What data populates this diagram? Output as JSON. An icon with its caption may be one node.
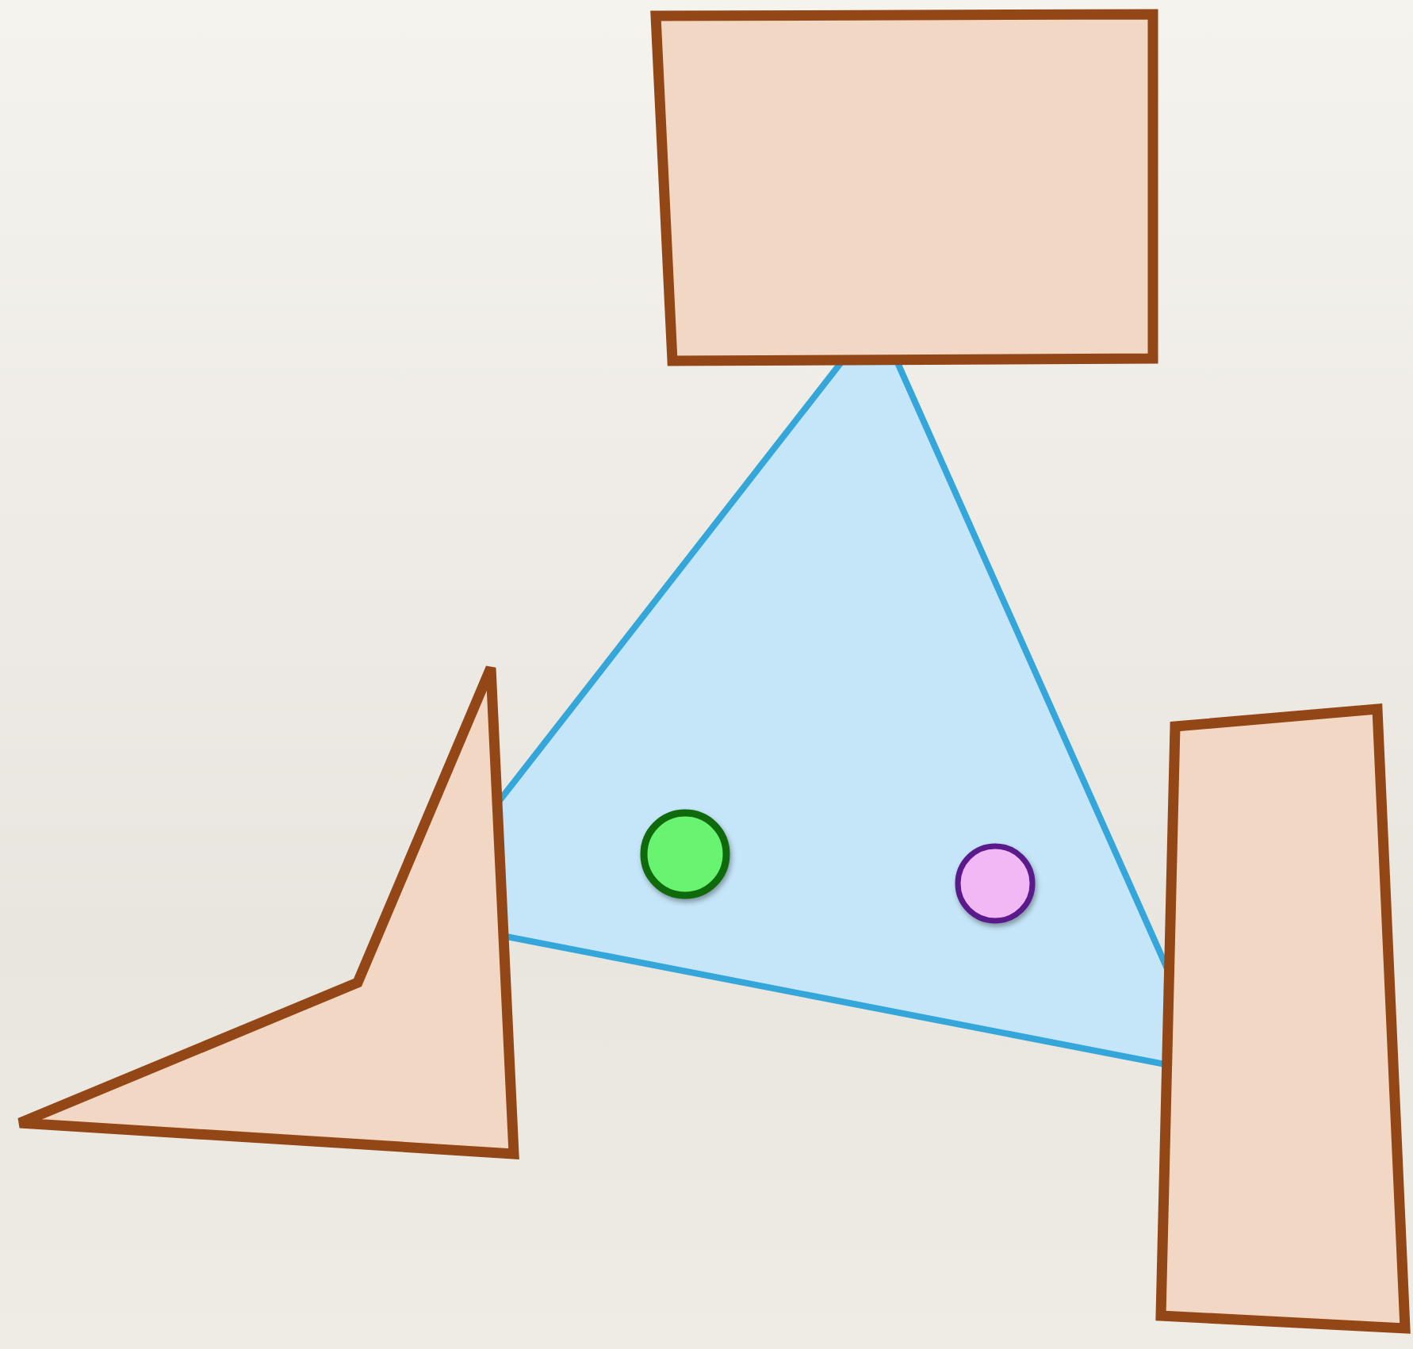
{
  "diagram": {
    "nodes": [
      {
        "text": [],
        "shape": "box"
      },
      {
        "text": [],
        "shape": "triangle"
      },
      {
        "text": [],
        "shape": "circle",
        "in": 1
      },
      {
        "text": [],
        "shape": "circle",
        "in": 1
      },
      {
        "text": [],
        "shape": "polygon"
      },
      {
        "text": [],
        "shape": "polygon"
      }
    ]
  }
}
